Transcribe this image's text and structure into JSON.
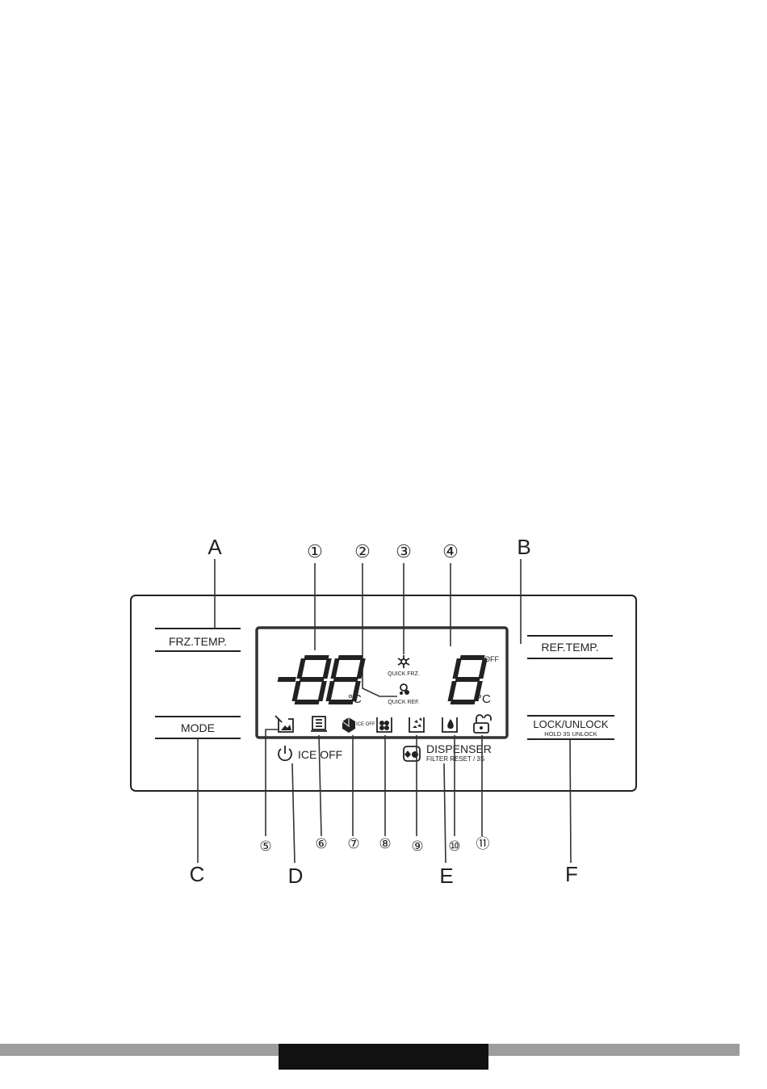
{
  "callouts": {
    "letters": [
      "A",
      "B",
      "C",
      "D",
      "E",
      "F"
    ],
    "numbers": [
      "①",
      "②",
      "③",
      "④",
      "⑤",
      "⑥",
      "⑦",
      "⑧",
      "⑨",
      "⑩",
      "⑪"
    ]
  },
  "buttons": {
    "frz_temp": "FRZ.TEMP.",
    "ref_temp": "REF.TEMP.",
    "mode": "MODE",
    "lock_unlock": "LOCK/UNLOCK",
    "lock_sub": "HOLD 3S UNLOCK"
  },
  "display": {
    "freezer_digits": "-88",
    "fridge_digit": "8",
    "unit": "°C",
    "off_label": "OFF",
    "quick_frz": "QUICK FRZ.",
    "quick_ref": "QUICK REF.",
    "ice_off_small": "ICE OFF"
  },
  "below_panel": {
    "ice_off": "ICE OFF",
    "dispenser": "DISPENSER",
    "filter_reset": "FILTER RESET / 3S"
  },
  "icons": [
    "power-icon",
    "water-drops-icon",
    "ice-tray-icon",
    "filter-list-icon",
    "ice-cube-icon",
    "cubed-ice-icon",
    "crushed-ice-icon",
    "water-glass-icon",
    "padlock-icon",
    "snowflake-icon",
    "fan-icon"
  ]
}
